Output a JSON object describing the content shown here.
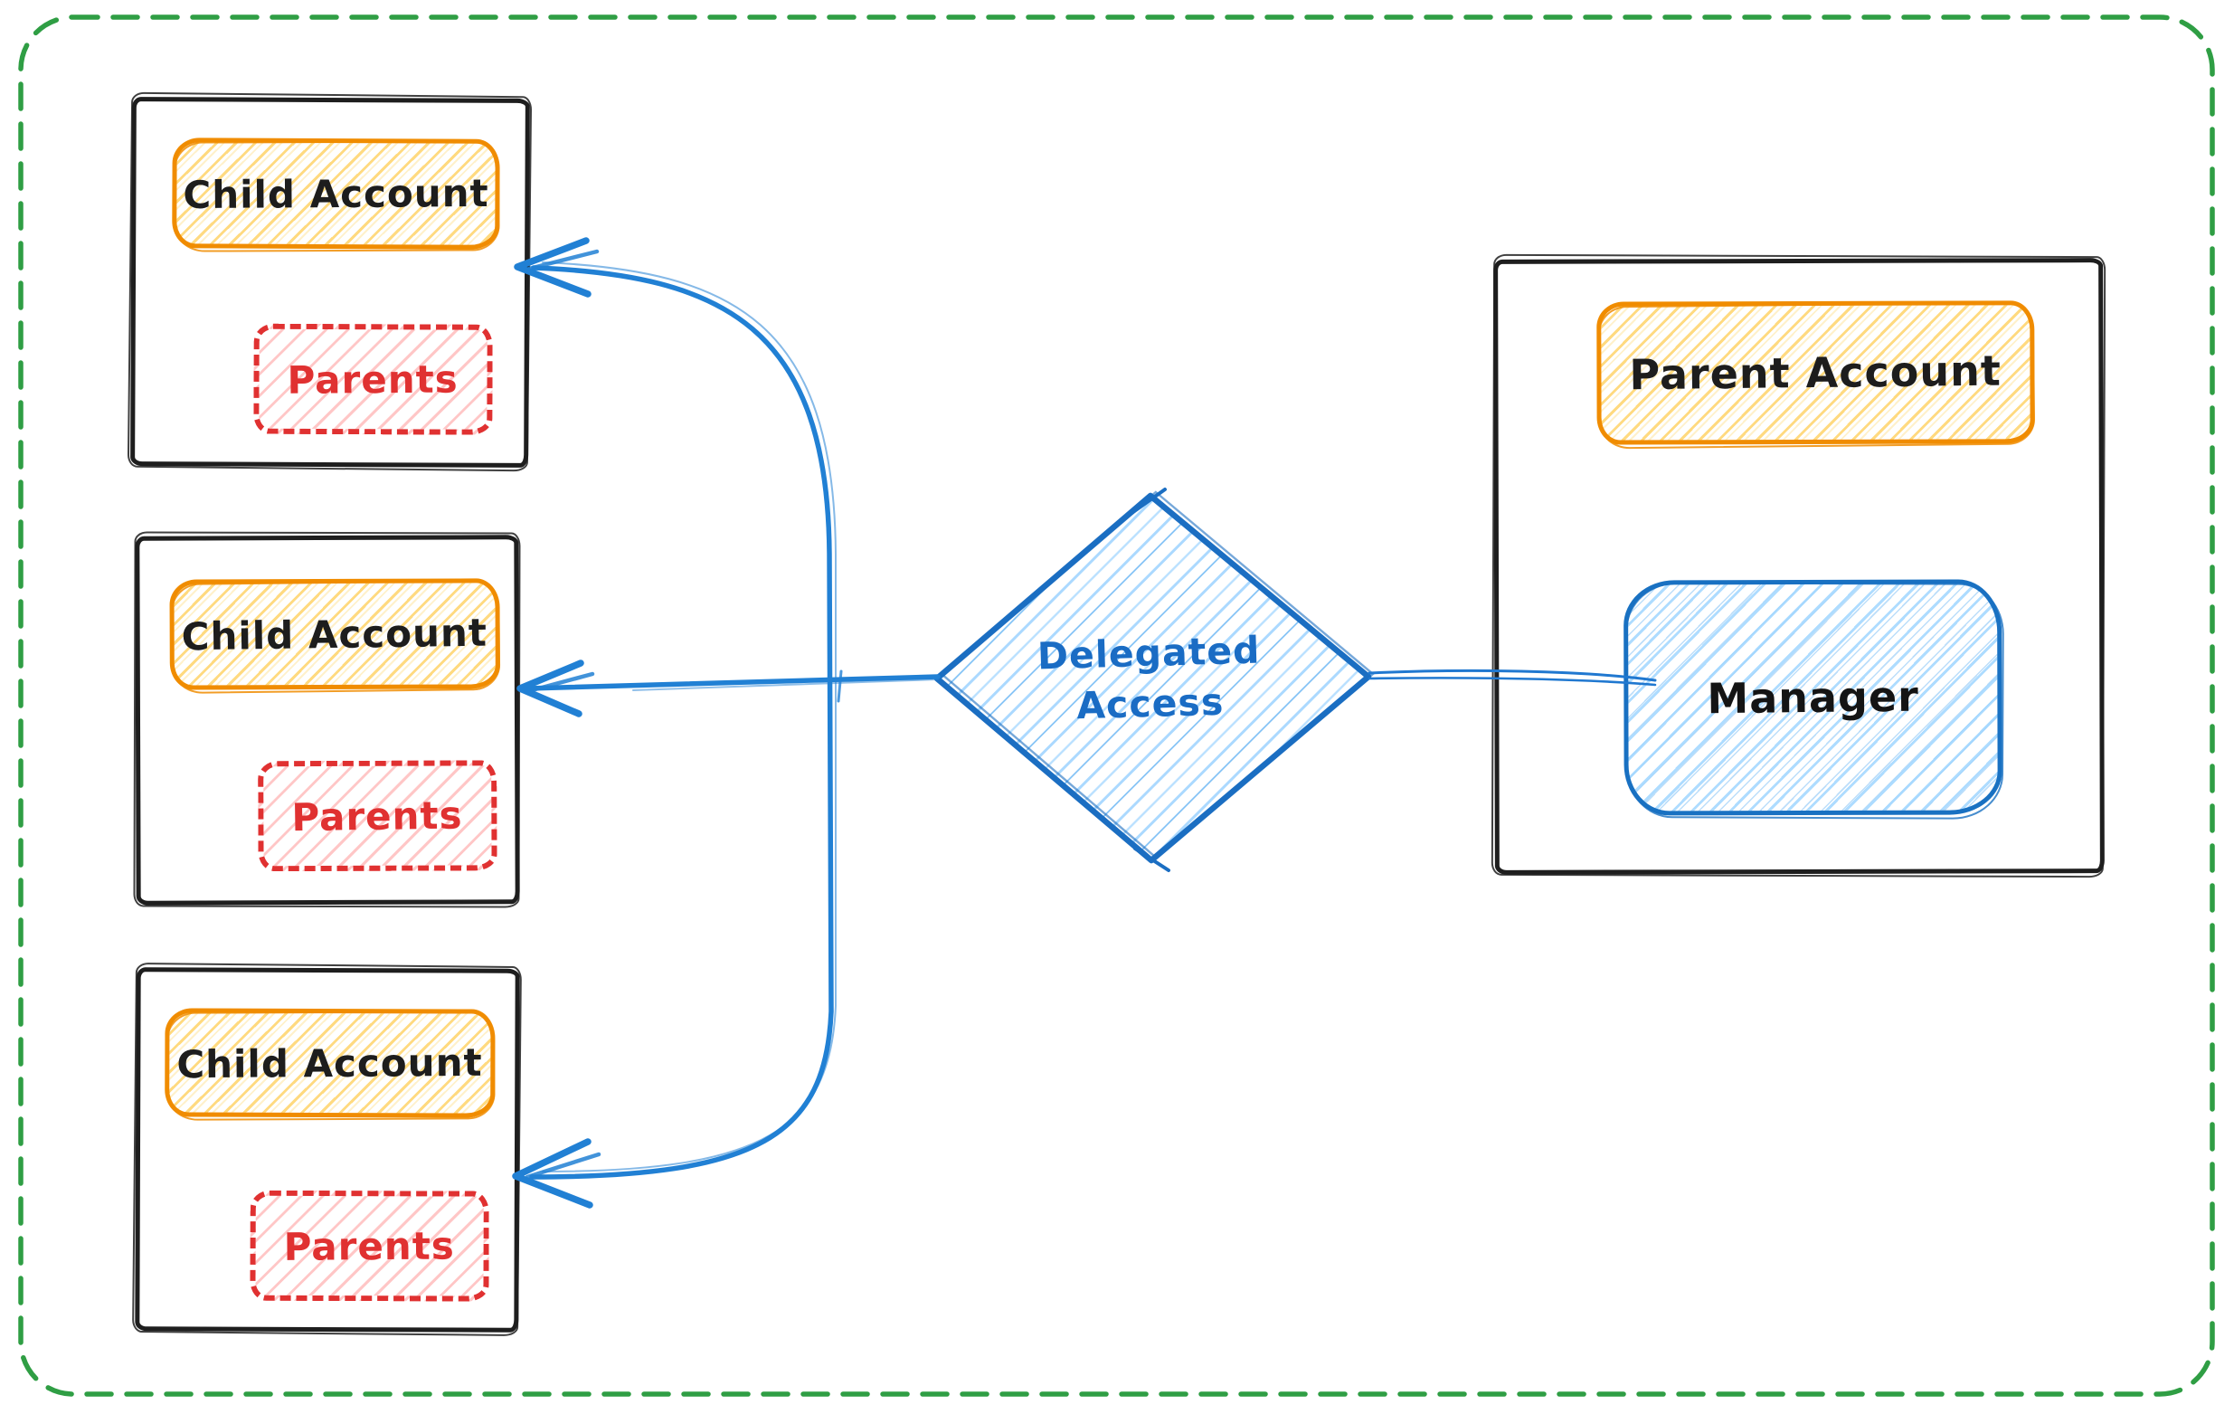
{
  "nodes": {
    "child_accounts": [
      {
        "account_label": "Child Account",
        "parents_label": "Parents"
      },
      {
        "account_label": "Child Account",
        "parents_label": "Parents"
      },
      {
        "account_label": "Child Account",
        "parents_label": "Parents"
      }
    ],
    "parent_account": {
      "account_label": "Parent Account",
      "manager_label": "Manager"
    },
    "decision": {
      "line1": "Delegated",
      "line2": "Access"
    }
  },
  "edges": [
    {
      "from": "Manager",
      "to": "Delegated Access",
      "style": "plain-line"
    },
    {
      "from": "Delegated Access",
      "to": "Child Account 1",
      "style": "curved-arrow"
    },
    {
      "from": "Delegated Access",
      "to": "Child Account 2",
      "style": "straight-arrow"
    },
    {
      "from": "Delegated Access",
      "to": "Child Account 3",
      "style": "curved-arrow"
    }
  ],
  "colors": {
    "canvas_border_green": "#2f9e44",
    "box_stroke_black": "#1e1e1e",
    "accent_orange": "#f08c00",
    "hatch_yellow": "#ffd43b",
    "accent_red": "#e03131",
    "hatch_red": "#ffa8a8",
    "accent_blue": "#1971c2",
    "arrow_blue": "#2180d4",
    "hatch_blue": "#a5d8ff"
  }
}
